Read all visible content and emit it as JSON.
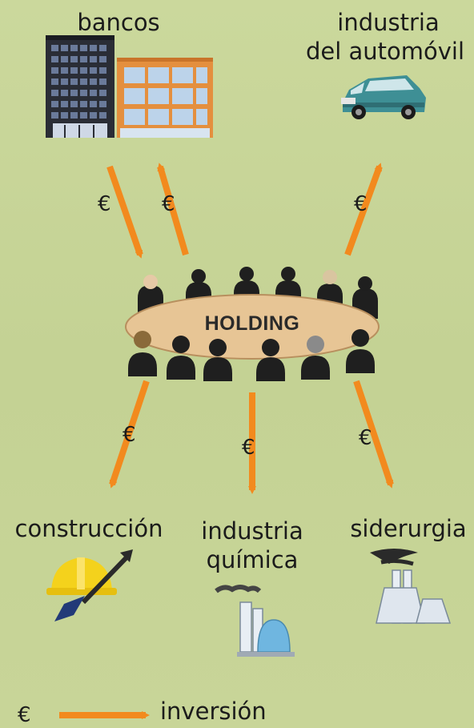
{
  "nodes": {
    "banks": "bancos",
    "auto_line1": "industria",
    "auto_line2": "del automóvil",
    "holding": "HOLDING",
    "construction": "construcción",
    "chem_line1": "industria",
    "chem_line2": "química",
    "steel": "siderurgia"
  },
  "currency_symbol": "€",
  "legend": {
    "symbol": "€",
    "label": "inversión"
  },
  "colors": {
    "background": "#c9d69a",
    "arrow": "#f28a1e",
    "table": "#e8c89a",
    "people": "#1f1f1f"
  },
  "flows": [
    {
      "from": "banks",
      "to": "holding",
      "label": "€"
    },
    {
      "from": "holding",
      "to": "banks",
      "label": "€"
    },
    {
      "from": "holding",
      "to": "auto",
      "label": "€"
    },
    {
      "from": "holding",
      "to": "construction",
      "label": "€"
    },
    {
      "from": "holding",
      "to": "chemical",
      "label": "€"
    },
    {
      "from": "holding",
      "to": "steel",
      "label": "€"
    }
  ]
}
